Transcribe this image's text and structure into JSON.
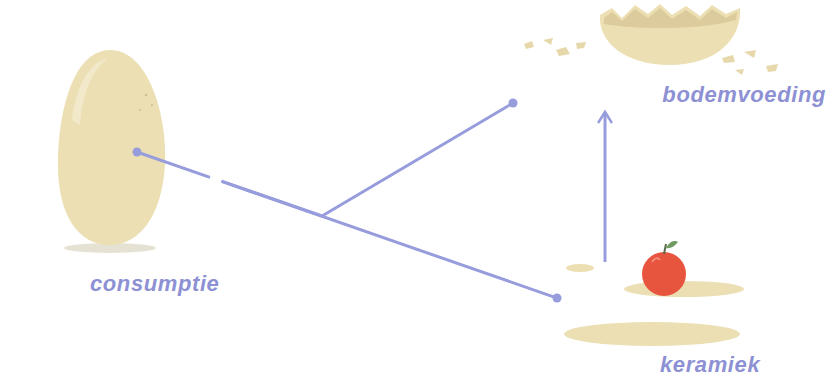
{
  "diagram": {
    "nodes": [
      {
        "text": [
          "consumptie"
        ]
      },
      {
        "text": [
          "bodemvoeding"
        ]
      },
      {
        "text": [
          "keramiek"
        ]
      }
    ],
    "edges": [
      {
        "from": 0,
        "to": 1,
        "arrow": "none"
      },
      {
        "from": 0,
        "to": 2,
        "arrow": "none"
      },
      {
        "from": 2,
        "to": 1,
        "arrow": "to"
      }
    ]
  }
}
